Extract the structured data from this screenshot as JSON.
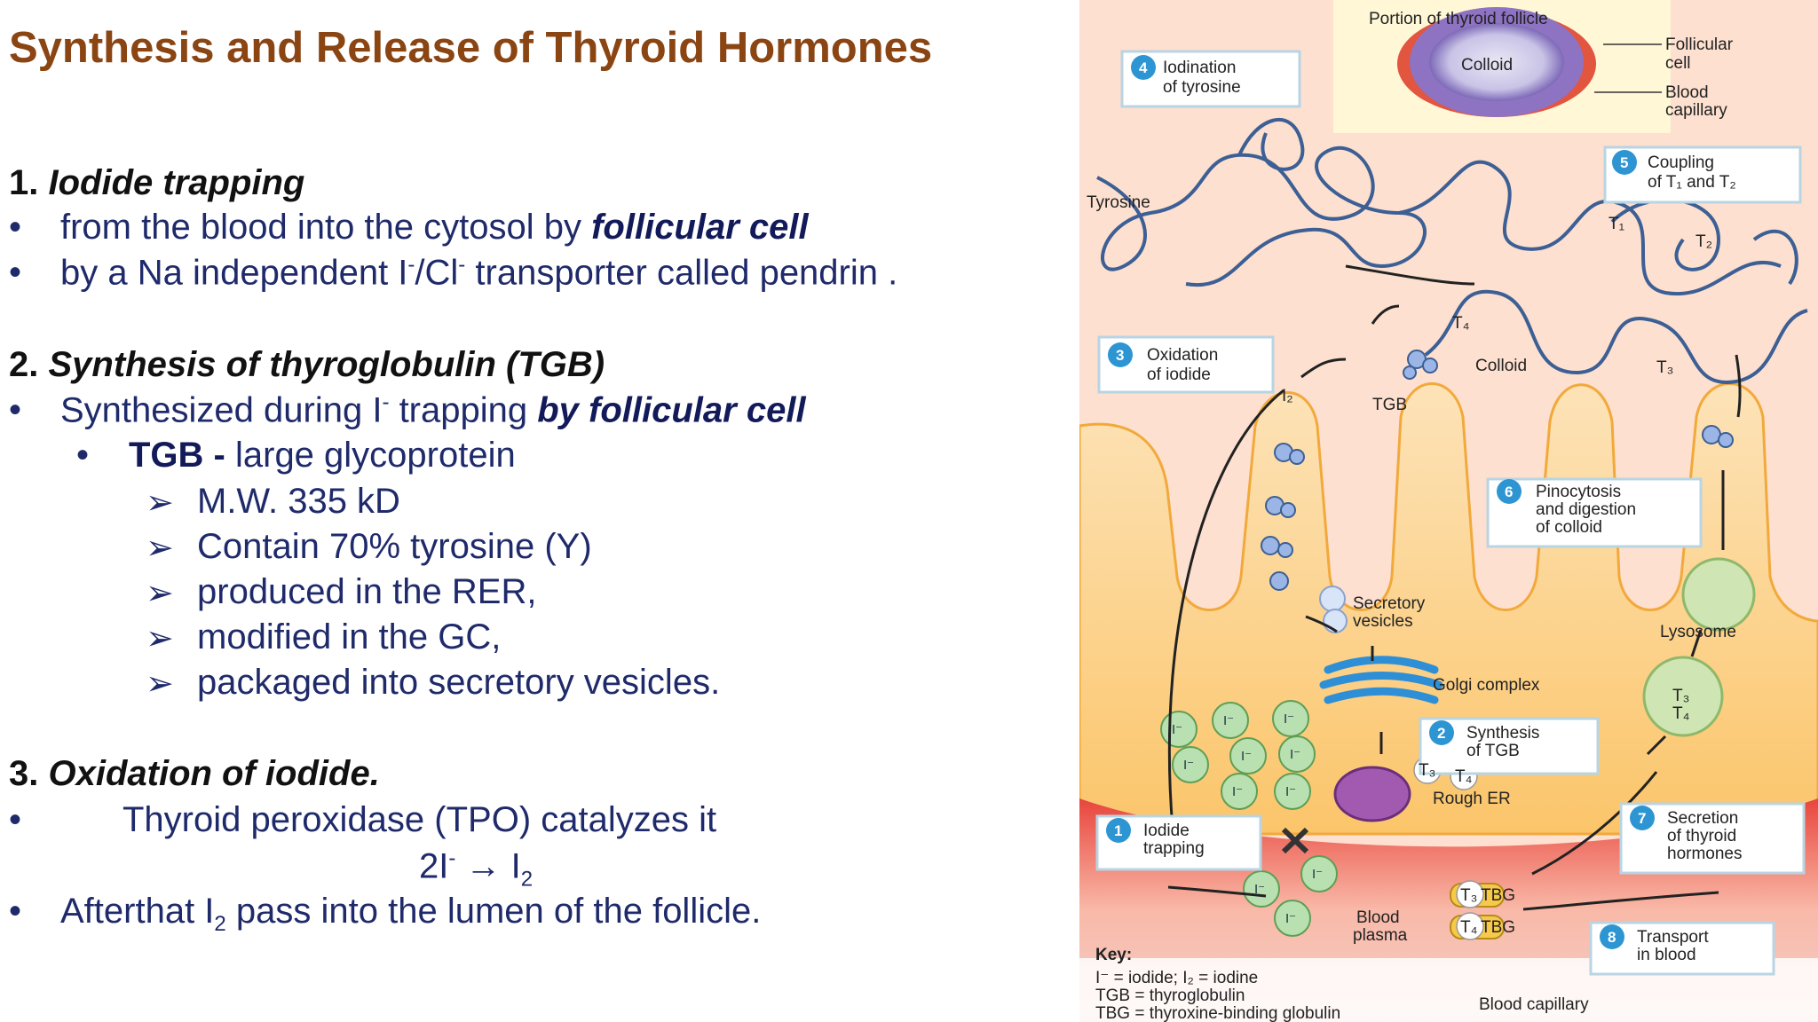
{
  "title": "Synthesis and Release of Thyroid Hormones",
  "sec1": {
    "num": "1.",
    "title": "Iodide trapping",
    "b1_pre": "from the blood into the cytosol by ",
    "b1_em": "follicular cell",
    "b2_a": "by a Na independent I",
    "b2_sup1": "-",
    "b2_b": "/Cl",
    "b2_sup2": "-",
    "b2_c": " transporter called pendrin ."
  },
  "sec2": {
    "num": "2.",
    "title": "Synthesis of thyroglobulin (TGB)",
    "b1_a": "Synthesized during I",
    "b1_sup": "-",
    "b1_b": " trapping ",
    "b1_em": "by follicular cell",
    "sub_bold": "TGB - ",
    "sub_rest": "large glycoprotein",
    "items": [
      "M.W. 335 kD",
      "Contain 70% tyrosine (Y)",
      "produced in the RER,",
      "modified in the GC,",
      "packaged into secretory vesicles."
    ]
  },
  "sec3": {
    "num": "3.",
    "title": "Oxidation of iodide.",
    "b1": "Thyroid peroxidase (TPO) catalyzes it",
    "eq_a": "2I",
    "eq_sup": "-",
    "eq_arrow": " → I",
    "eq_sub": "2",
    "b2_a": "Afterthat I",
    "b2_sub": "2",
    "b2_b": " pass into the lumen of the follicle."
  },
  "bullet": "•",
  "arrow_bullet": "➢",
  "diagram": {
    "inset_title": "Portion of thyroid follicle",
    "inset_colloid": "Colloid",
    "inset_follicular": "Follicular",
    "inset_cell": "cell",
    "inset_blood": "Blood",
    "inset_capillary": "capillary",
    "step4_num": "4",
    "step4_l1": "Iodination",
    "step4_l2": "of tyrosine",
    "step5_num": "5",
    "step5_l1": "Coupling",
    "step5_l2": "of T₁ and T₂",
    "step3_num": "3",
    "step3_l1": "Oxidation",
    "step3_l2": "of iodide",
    "step6_num": "6",
    "step6_l1": "Pinocytosis",
    "step6_l2": "and digestion",
    "step6_l3": "of colloid",
    "step2_num": "2",
    "step2_l1": "Synthesis",
    "step2_l2": "of TGB",
    "step1_num": "1",
    "step1_l1": "Iodide",
    "step1_l2": "trapping",
    "step7_num": "7",
    "step7_l1": "Secretion",
    "step7_l2": "of thyroid",
    "step7_l3": "hormones",
    "step8_num": "8",
    "step8_l1": "Transport",
    "step8_l2": "in blood",
    "tyrosine": "Tyrosine",
    "t1": "T₁",
    "t2": "T₂",
    "t3": "T₃",
    "t4": "T₄",
    "colloid": "Colloid",
    "tgb": "TGB",
    "i2": "I₂",
    "secretory": "Secretory",
    "vesicles": "vesicles",
    "golgi": "Golgi complex",
    "rough_er": "Rough ER",
    "lysosome": "Lysosome",
    "iodide_ion": "I⁻",
    "tbg": "TBG",
    "blood_plasma_1": "Blood",
    "blood_plasma_2": "plasma",
    "blood_capillary": "Blood capillary",
    "key_title": "Key:",
    "key_1": "I⁻ = iodide; I₂ = iodine",
    "key_2": "TGB = thyroglobulin",
    "key_3": "TBG = thyroxine-binding globulin"
  }
}
